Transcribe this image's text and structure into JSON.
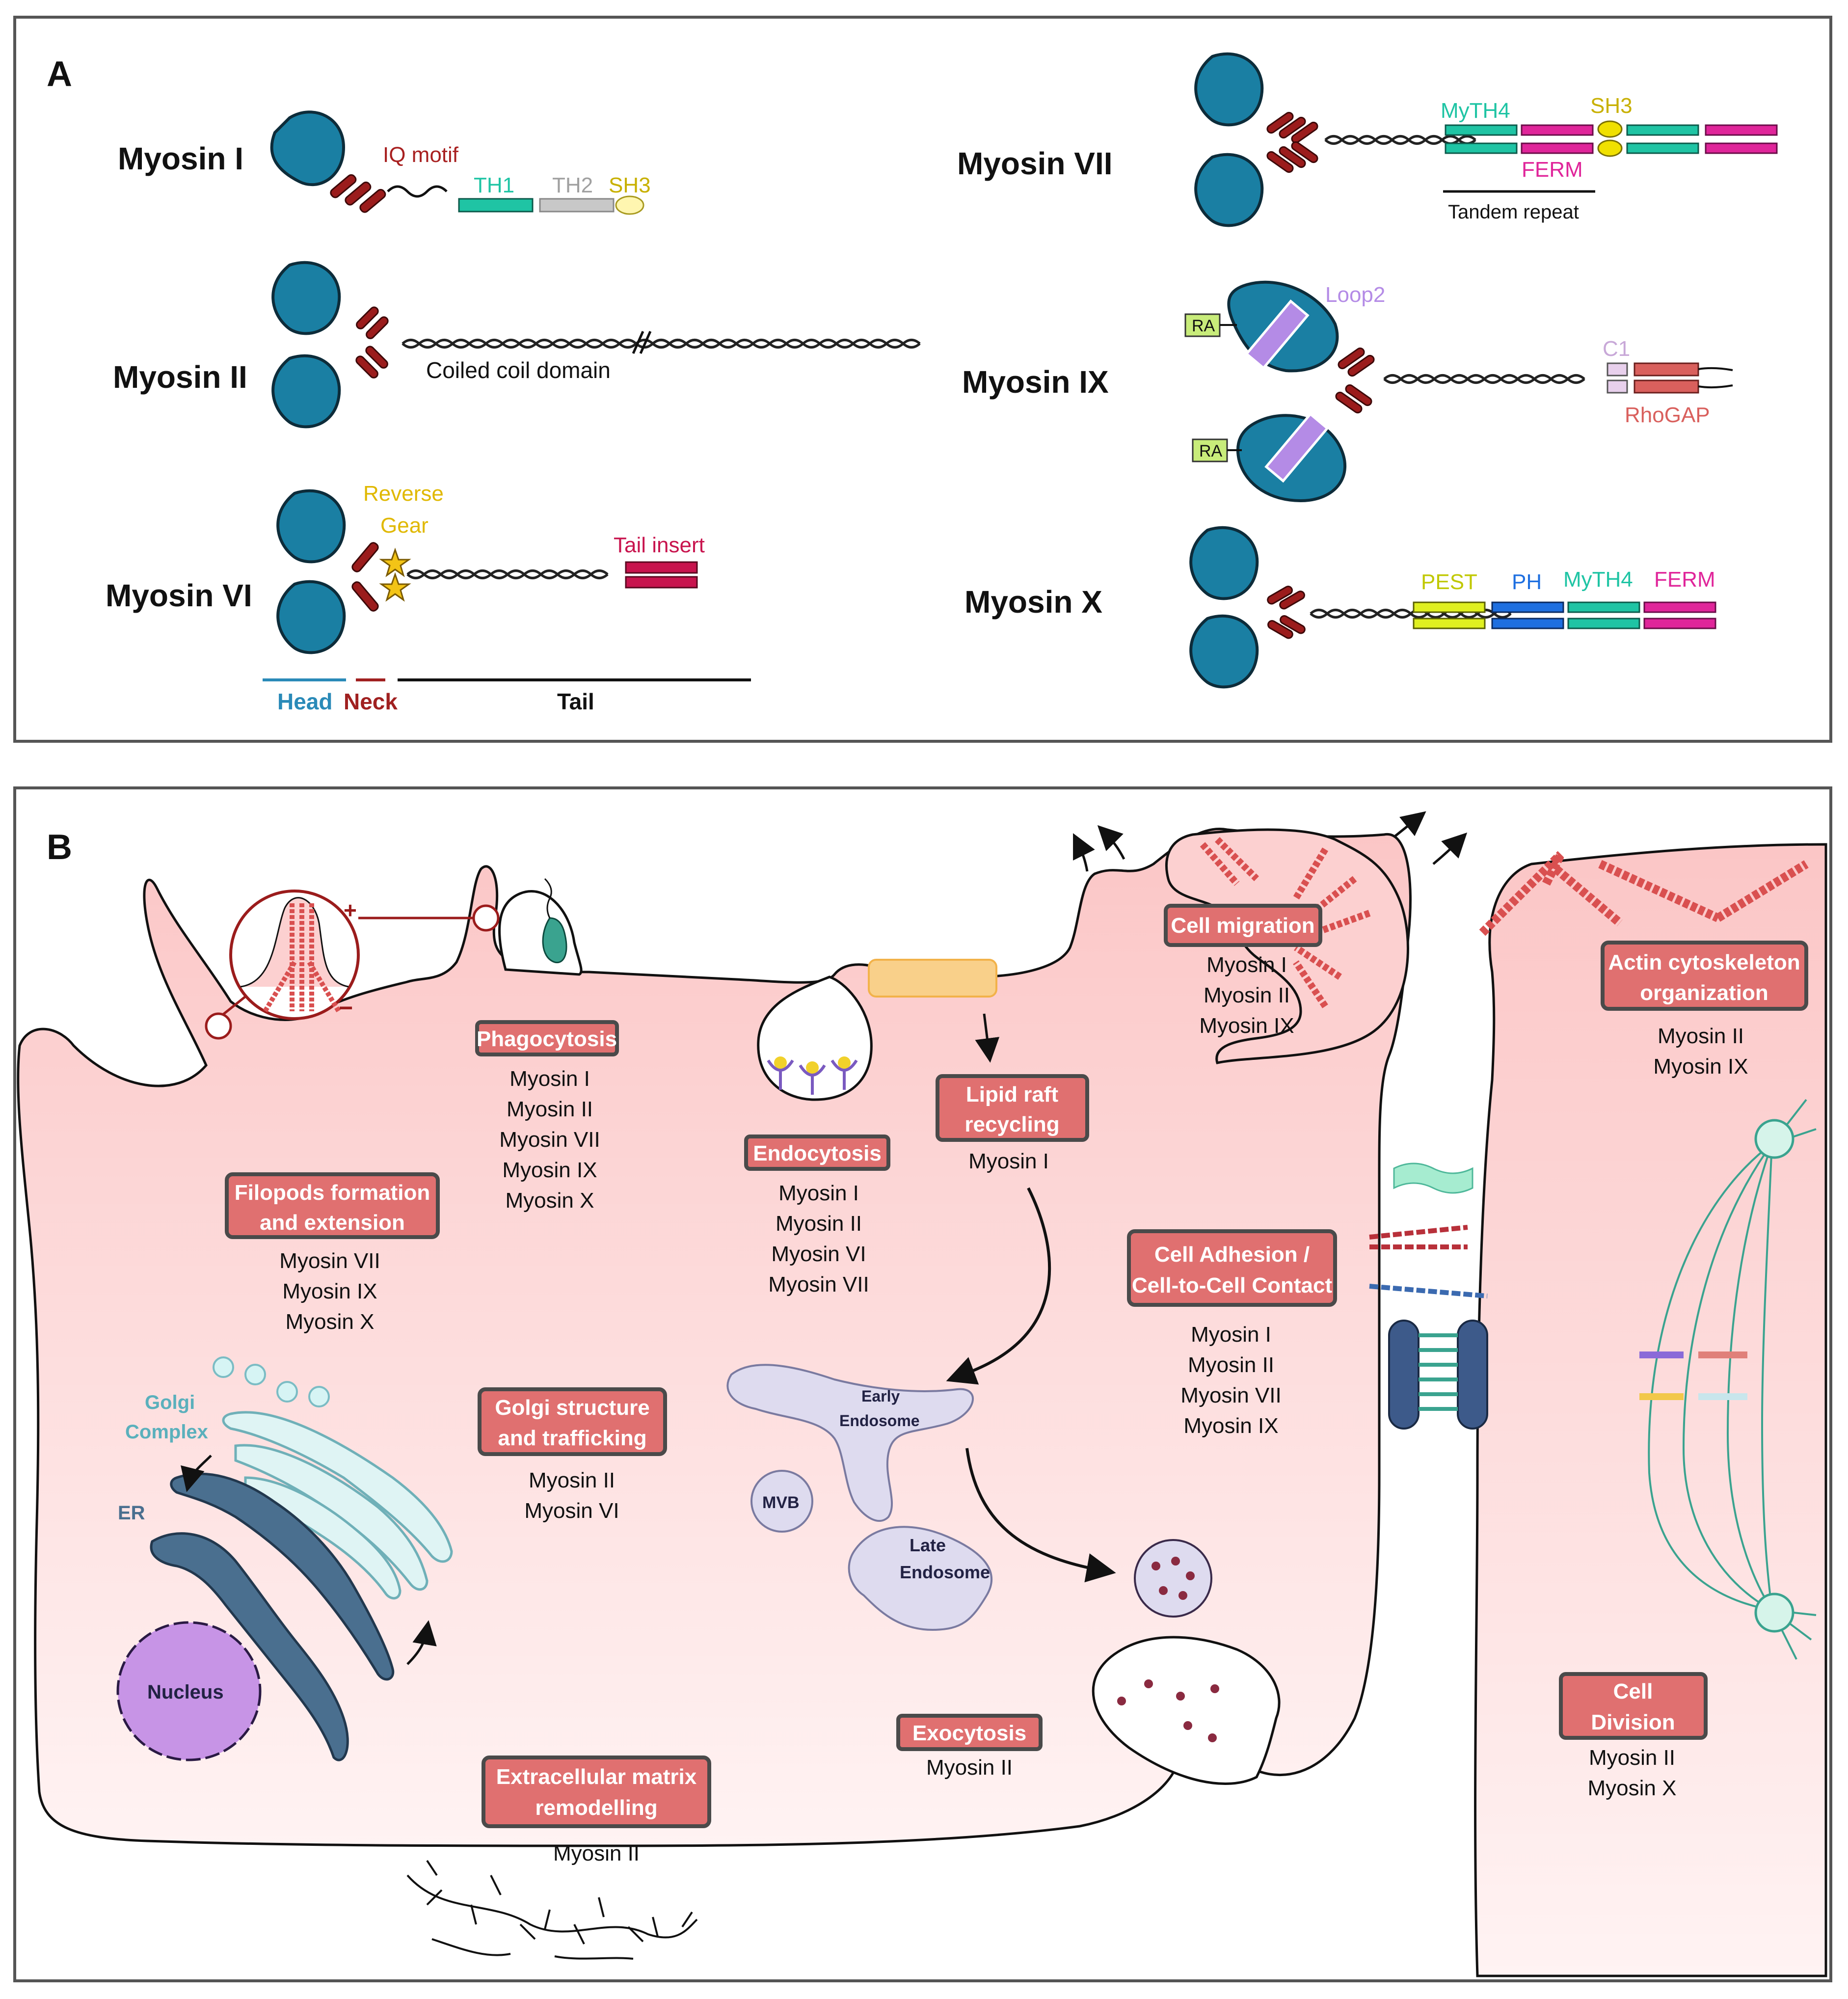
{
  "panelA": {
    "label": "A",
    "myosin1": {
      "name": "Myosin I",
      "iq": "IQ motif",
      "th1": "TH1",
      "th2": "TH2",
      "sh3": "SH3"
    },
    "myosin2": {
      "name": "Myosin II",
      "coil": "Coiled coil domain"
    },
    "myosin6": {
      "name": "Myosin VI",
      "reverse1": "Reverse",
      "reverse2": "Gear",
      "tail_insert": "Tail insert"
    },
    "legend": {
      "head": "Head",
      "neck": "Neck",
      "tail": "Tail"
    },
    "myosin7": {
      "name": "Myosin VII",
      "mth4": "MyTH4",
      "sh3": "SH3",
      "ferm": "FERM",
      "tandem": "Tandem repeat"
    },
    "myosin9": {
      "name": "Myosin IX",
      "loop2": "Loop2",
      "ra": "RA",
      "c1": "C1",
      "rhogap": "RhoGAP"
    },
    "myosin10": {
      "name": "Myosin X",
      "pest": "PEST",
      "ph": "PH",
      "mth4": "MyTH4",
      "ferm": "FERM"
    }
  },
  "panelB": {
    "label": "B",
    "boxes": {
      "phago": {
        "lines": [
          "Phagocytosis"
        ],
        "myosins": [
          "Myosin I",
          "Myosin II",
          "Myosin VII",
          "Myosin IX",
          "Myosin X"
        ]
      },
      "filo": {
        "lines": [
          "Filopods formation",
          "and extension"
        ],
        "myosins": [
          "Myosin VII",
          "Myosin IX",
          "Myosin X"
        ]
      },
      "endo": {
        "lines": [
          "Endocytosis"
        ],
        "myosins": [
          "Myosin I",
          "Myosin II",
          "Myosin VI",
          "Myosin VII"
        ]
      },
      "lipid": {
        "lines": [
          "Lipid raft",
          "recycling"
        ],
        "myosins": [
          "Myosin I"
        ]
      },
      "migr": {
        "lines": [
          "Cell migration"
        ],
        "myosins": [
          "Myosin I",
          "Myosin II",
          "Myosin IX"
        ]
      },
      "actin": {
        "lines": [
          "Actin cytoskeleton",
          "organization"
        ],
        "myosins": [
          "Myosin II",
          "Myosin IX"
        ]
      },
      "adh": {
        "lines": [
          "Cell Adhesion /",
          "Cell-to-Cell Contact"
        ],
        "myosins": [
          "Myosin I",
          "Myosin II",
          "Myosin VII",
          "Myosin IX"
        ]
      },
      "golgi": {
        "lines": [
          "Golgi structure",
          "and trafficking"
        ],
        "myosins": [
          "Myosin II",
          "Myosin VI"
        ]
      },
      "ecm": {
        "lines": [
          "Extracellular matrix",
          "remodelling"
        ],
        "myosins": [
          "Myosin II"
        ]
      },
      "exo": {
        "lines": [
          "Exocytosis"
        ],
        "myosins": [
          "Myosin II"
        ]
      },
      "div": {
        "lines": [
          "Cell",
          "Division"
        ],
        "myosins": [
          "Myosin II",
          "Myosin X"
        ]
      }
    },
    "organelles": {
      "golgi1": "Golgi",
      "golgi2": "Complex",
      "er": "ER",
      "nucleus": "Nucleus",
      "early1": "Early",
      "early2": "Endosome",
      "late1": "Late",
      "late2": "Endosome",
      "mvb": "MVB",
      "plus": "+",
      "minus": "−"
    }
  },
  "colors": {
    "head": "#1a7fa3",
    "neck": "#9b1c1c",
    "cell": "#fcd0d0",
    "box": "#e07070",
    "th1": "#1fc4a4",
    "ferm": "#e0259a",
    "sh3": "#d8c81a",
    "loop2": "#b48be6",
    "rhogap": "#d9605d",
    "pest": "#e0f020",
    "ph": "#1e6fe0"
  }
}
